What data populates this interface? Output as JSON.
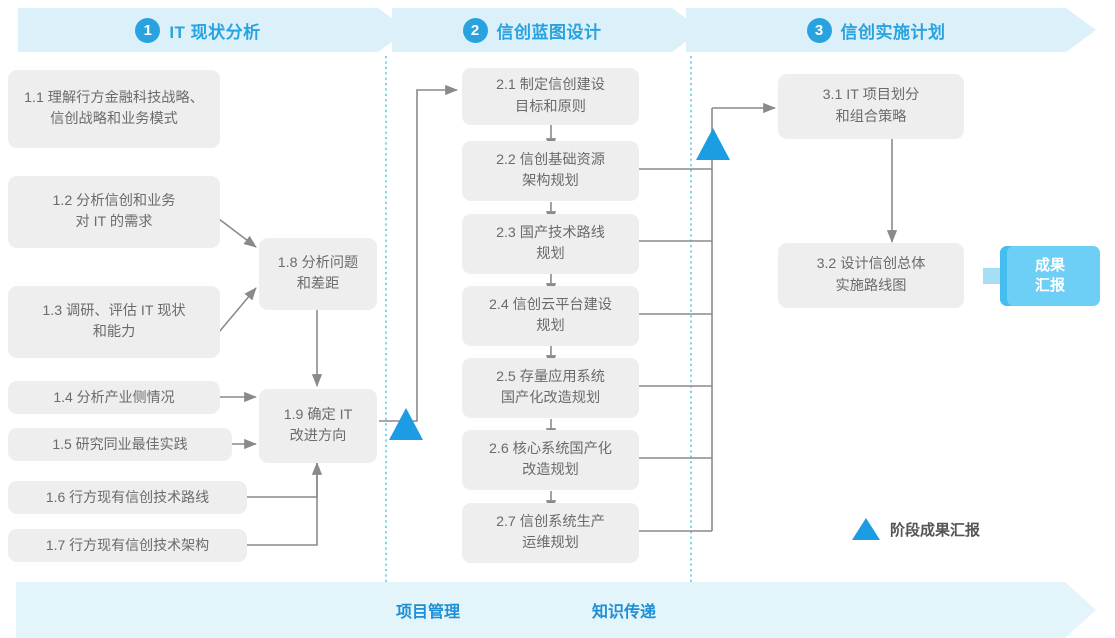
{
  "colors": {
    "accent": "#29a3e0",
    "banner_fill": "#dcf0fa",
    "node_fill": "#eeeeee",
    "node_text": "#6b6b6b",
    "connector": "#8a8a8a",
    "marker_blue": "#1b9ce3",
    "result_fill": "#6dcff6",
    "result_accent": "#46bdf0",
    "band_fill": "#e3f4fb",
    "divider": "#5bc8ef"
  },
  "phases": [
    {
      "number": "1",
      "title": "IT 现状分析"
    },
    {
      "number": "2",
      "title": "信创蓝图设计"
    },
    {
      "number": "3",
      "title": "信创实施计划"
    }
  ],
  "nodes": {
    "n11": "1.1 理解行方金融科技战略、\n信创战略和业务模式",
    "n12": "1.2 分析信创和业务\n对 IT 的需求",
    "n13": "1.3 调研、评估 IT 现状\n和能力",
    "n14": "1.4 分析产业侧情况",
    "n15": "1.5 研究同业最佳实践",
    "n16": "1.6 行方现有信创技术路线",
    "n17": "1.7 行方现有信创技术架构",
    "n18": "1.8 分析问题\n和差距",
    "n19": "1.9 确定 IT\n改进方向",
    "n21": "2.1 制定信创建设\n目标和原则",
    "n22": "2.2 信创基础资源\n架构规划",
    "n23": "2.3 国产技术路线\n规划",
    "n24": "2.4 信创云平台建设\n规划",
    "n25": "2.5 存量应用系统\n国产化改造规划",
    "n26": "2.6 核心系统国产化\n改造规划",
    "n27": "2.7 信创系统生产\n运维规划",
    "n31": "3.1 IT 项目划分\n和组合策略",
    "n32": "3.2 设计信创总体\n实施路线图"
  },
  "result": {
    "label": "成果\n汇报"
  },
  "legend": {
    "label": "阶段成果汇报",
    "marker": "triangle-up-icon"
  },
  "bottom_band": {
    "labels": [
      "项目管理",
      "知识传递"
    ]
  }
}
